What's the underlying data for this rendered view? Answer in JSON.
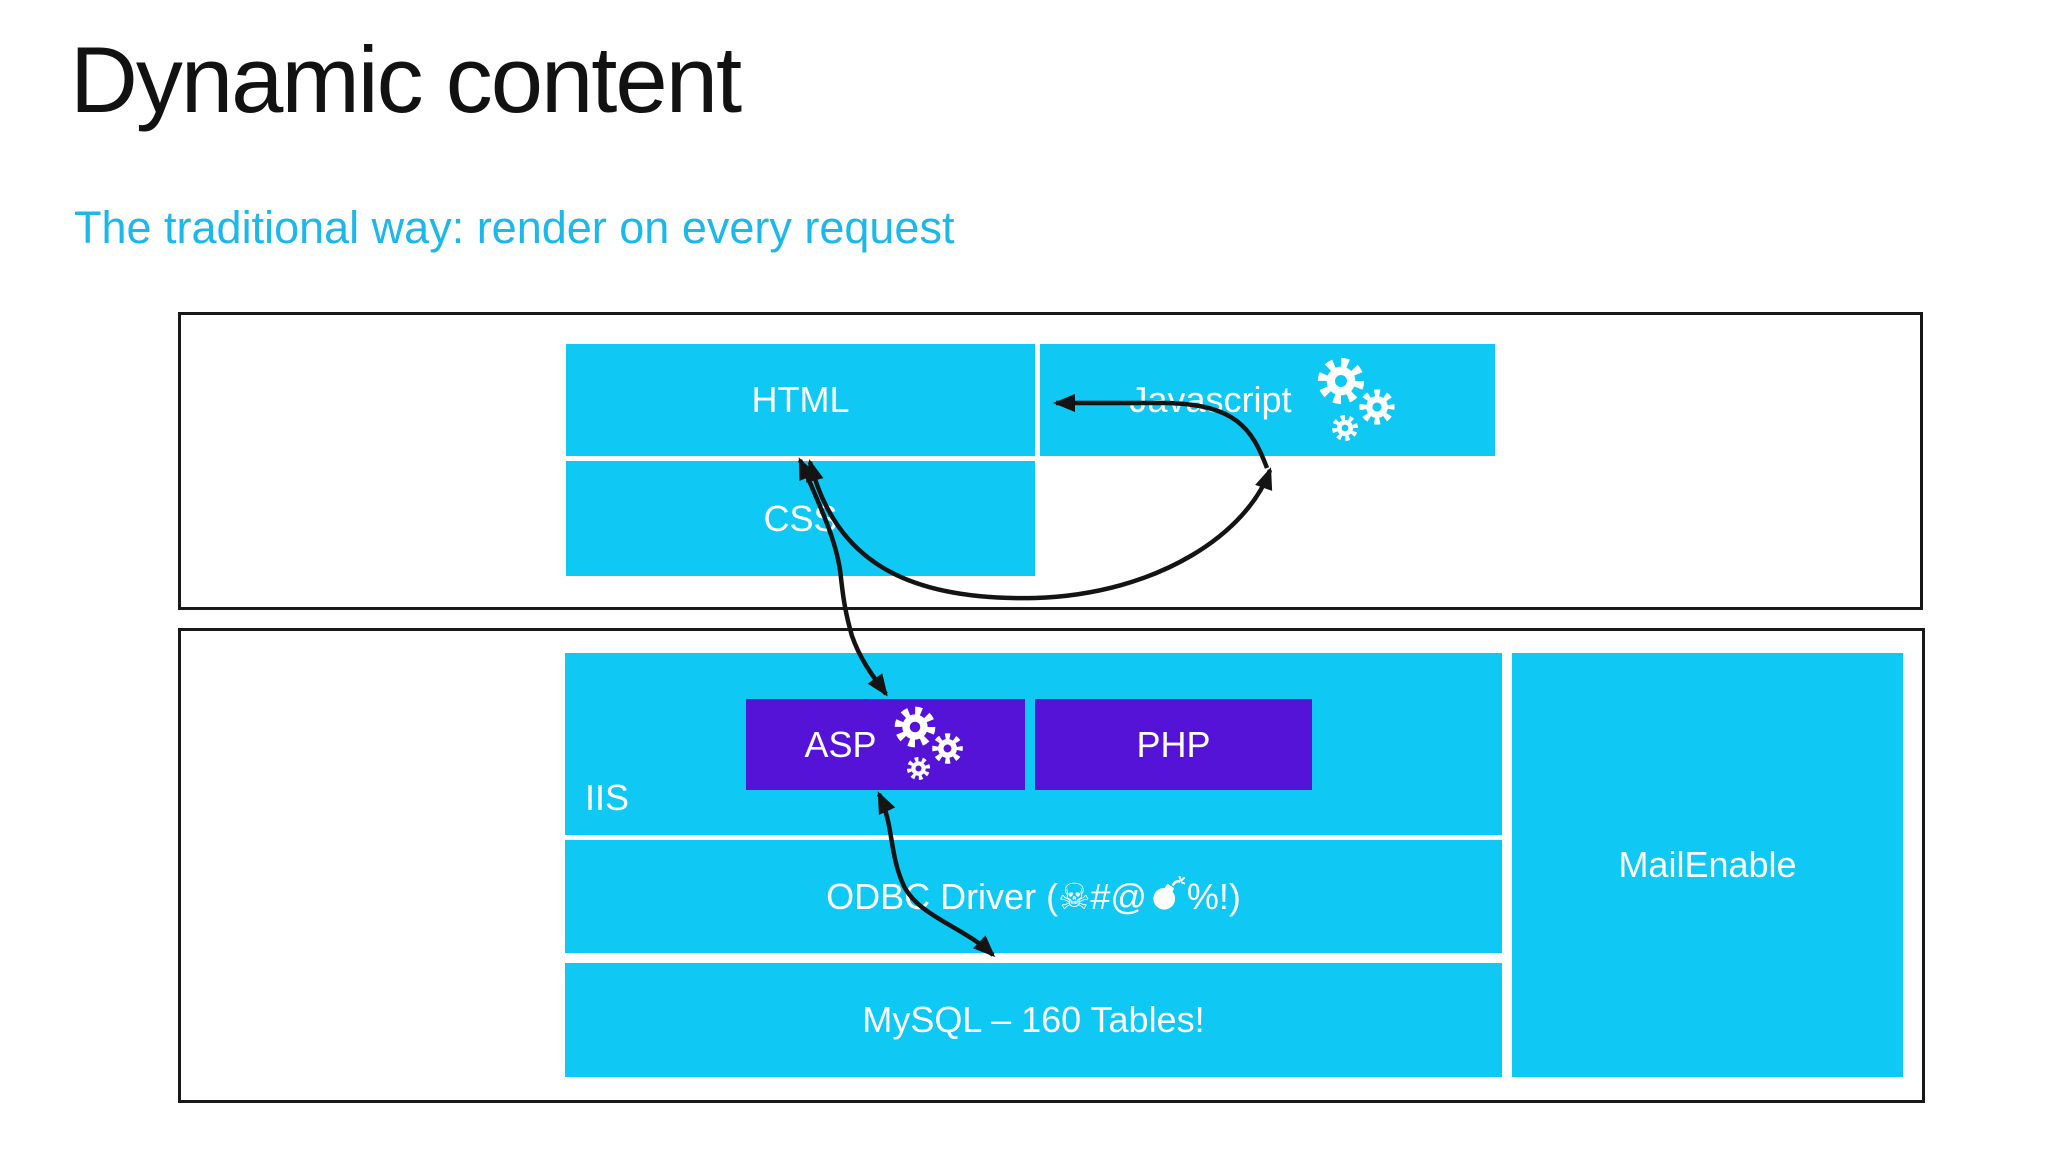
{
  "slide": {
    "title": "Dynamic content",
    "subtitle": "The traditional way: render on every request"
  },
  "browser_box": {
    "html_label": "HTML",
    "javascript_label": "Javascript",
    "css_label": "CSS"
  },
  "server_box": {
    "iis_label": "IIS",
    "asp_label": "ASP",
    "php_label": "PHP",
    "odbc_label_full": "ODBC Driver (☠#@💣%!)",
    "odbc_prefix": "ODBC Driver (",
    "odbc_skull": "☠",
    "odbc_mid": "#@",
    "odbc_suffix": "%!)",
    "mysql_label": "MySQL – 160 Tables!",
    "mailenable_label": "MailEnable"
  },
  "colors": {
    "block_cyan": "#0fc8f3",
    "block_purple": "#5513d8",
    "subtitle_cyan": "#1cb8e9",
    "arrow_black": "#141414",
    "title_ink": "#121212"
  }
}
